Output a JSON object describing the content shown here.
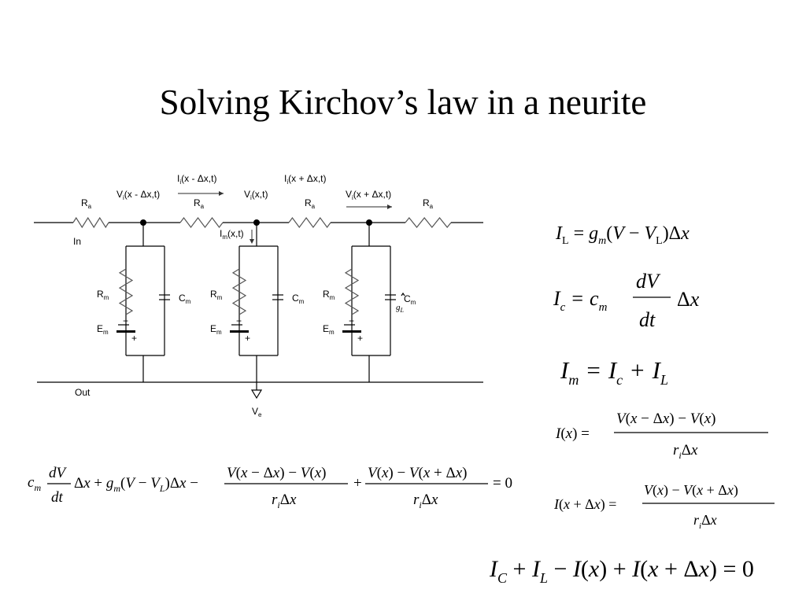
{
  "slide": {
    "title": "Solving Kirchov’s law in a neurite"
  },
  "circuit": {
    "resistor_axial": "R",
    "resistor_axial_sub": "a",
    "resistor_membrane": "R",
    "resistor_membrane_sub": "m",
    "capacitor": "C",
    "capacitor_sub": "m",
    "battery": "E",
    "battery_sub": "m",
    "current_left": "I (x - Δx,t)",
    "current_right": "I (x + Δx,t)",
    "current_membrane": "I (x,t)",
    "current_axial_sub": "i",
    "current_membrane_sub": "m",
    "voltage_left": "V (x - Δx,t)",
    "voltage_mid": "V (x,t)",
    "voltage_right": "V (x + Δx,t)",
    "voltage_sub": "i",
    "in_label": "In",
    "out_label": "Out",
    "ground_label": "V",
    "ground_sub": "e",
    "leak_label": "g",
    "leak_sub": "L",
    "minus_sign": "−",
    "plus_sign": "+"
  },
  "equations": {
    "leak_current": "I_L = g_m(V − V_L)Δx",
    "capacitive_current": "I_c = c_m (dV/dt) Δx",
    "membrane_current": "I_m = I_c + I_L",
    "axial_current_x": "I(x) = (V(x − Δx) − V(x)) / (r_i Δx)",
    "axial_current_x_dx": "I(x + Δx) = (V(x) − V(x + Δx)) / (r_i Δx)",
    "cable_equation": "c_m (dV/dt) Δx + g_m(V − V_L)Δx − (V(x − Δx) − V(x))/(r_i Δx) + (V(x) − V(x + Δx))/(r_i Δx) = 0",
    "kirchhoff_sum": "I_C + I_L − I(x) + I(x + Δx) = 0"
  }
}
